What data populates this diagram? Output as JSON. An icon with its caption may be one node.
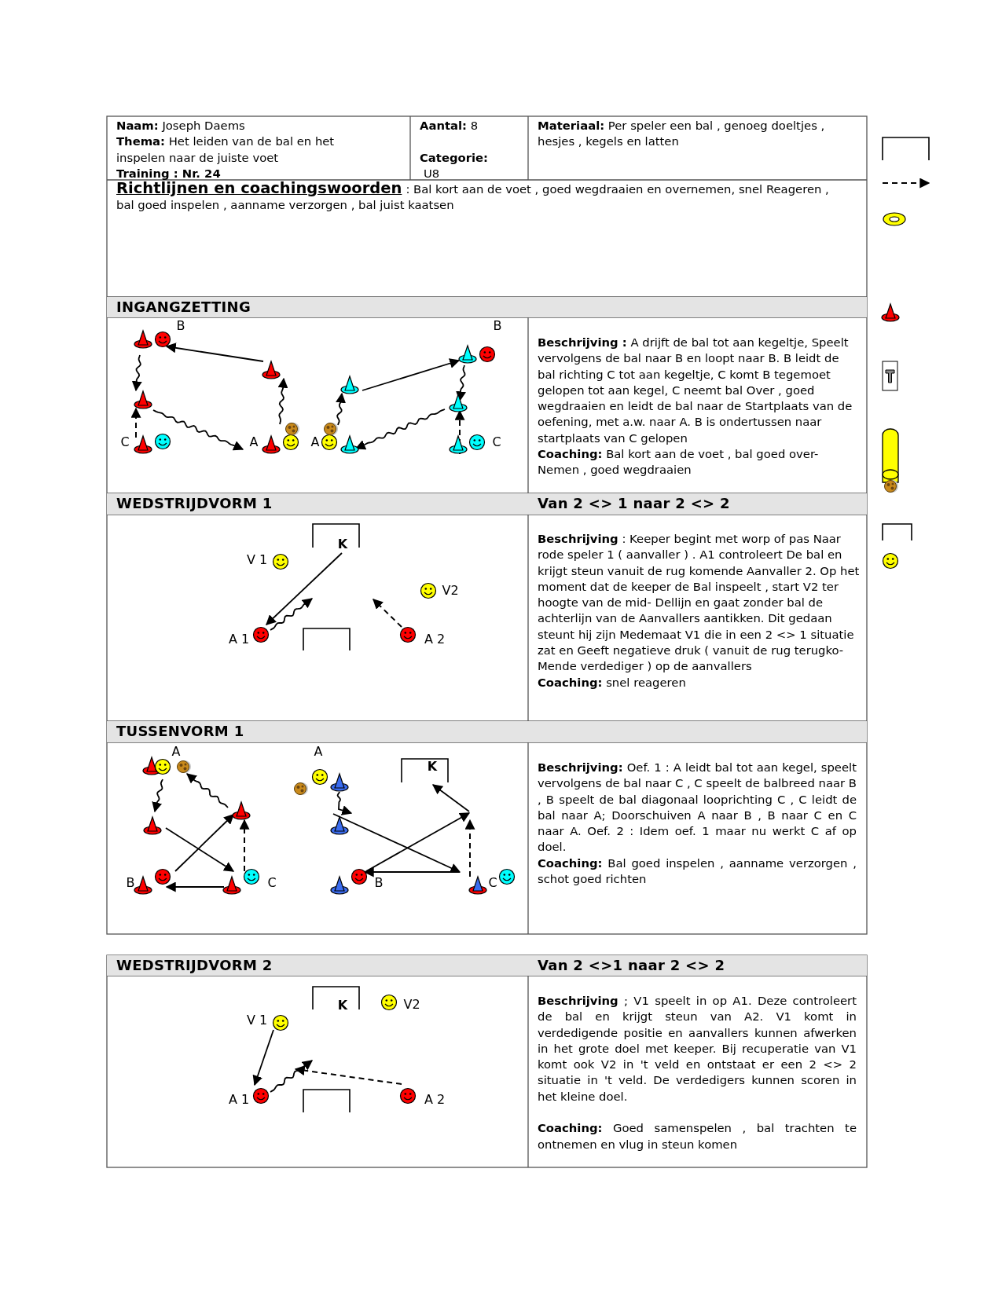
{
  "diagram": {
    "labels": [
      "**Naam:** Joseph Daems",
      "**Thema:** Het leiden van de bal en het inspelen naar de juiste voet",
      "Training : Nr. 24",
      "**Aantal:** 8",
      "Categorie:",
      "U8",
      "**Materiaal:** Per speler een bal , genoeg doeltjes , hesjes , kegels en latten",
      "Richtlijnen en coachingswoorden",
      ": Bal kort aan de voet , goed wegdraaien en overnemen, snel Reageren , bal goed inspelen , aanname verzorgen , bal juist kaatsen",
      "INGANGZETTING",
      "B",
      "B",
      "C",
      "A",
      "A",
      "C",
      "**Beschrijving :** A drijft de bal tot aan kegeltje, Speelt vervolgens de bal naar B en loopt naar B. B leidt de bal richting C tot aan kegeltje, C komt B tegemoet gelopen tot aan kegel, C neemt bal Over , goed wegdraaien en leidt de bal naar de Startplaats van de oefening, met a.w. naar A. B is ondertussen naar startplaats van C gelopen",
      "**Coaching:** Bal kort aan de voet , bal goed over- Nemen , goed wegdraaien",
      "WEDSTRIJDVORM 1",
      "Van 2 <> 1 naar 2 <> 2",
      "K",
      "V 1",
      "V2",
      "A 1",
      "A 2",
      "**Beschrijving** : Keeper begint met worp of pas Naar rode speler 1 ( aanvaller ) . A1 controleert De bal en krijgt steun vanuit de rug komende Aanvaller 2. Op het moment dat de keeper de Bal inspeelt , start V2 ter hoogte van de mid- Dellijn en gaat zonder bal de achterlijn van de Aanvallers aantikken. Dit gedaan steunt hij zijn Medemaat V1 die in een 2 <> 1 situatie zat en Geeft negatieve druk ( vanuit de rug terugko- Mende verdediger ) op de aanvallers",
      "**Coaching:** snel reageren",
      "TUSSENVORM 1",
      "A",
      "A",
      "K",
      "B",
      "C",
      "B",
      "C",
      "**Beschrijving:** Oef. 1 : A leidt bal tot aan kegel, speelt vervolgens de bal naar C , C speelt de balbreed naar B , B speelt de bal diagonaal looprichting C , C leidt de bal naar A; Doorschuiven A naar B , B naar C en C naar A. Oef. 2 : Idem oef. 1 maar nu werkt C af op doel.",
      "**Coaching:** Bal goed inspelen , aanname verzorgen , schot goed richten",
      "WEDSTRIJDVORM 2",
      "Van 2 <>1 naar 2 <> 2",
      "K",
      "V2",
      "V 1",
      "A 1",
      "A 2",
      "**Beschrijving** ; V1 speelt in op A1. Deze controleert de bal en krijgt steun van A2. V1 komt in verdedigende positie en aanvallers kunnen afwerken in het grote doel met keeper. Bij recuperatie van V1 komt ook V2 in 't veld en ontstaat er een 2 <> 2 situatie in 't veld. De verdedigers kunnen scoren in het kleine doel.",
      "**Coaching:** Goed samenspelen , bal trachten te ontnemen en vlug in steun komen"
    ]
  }
}
